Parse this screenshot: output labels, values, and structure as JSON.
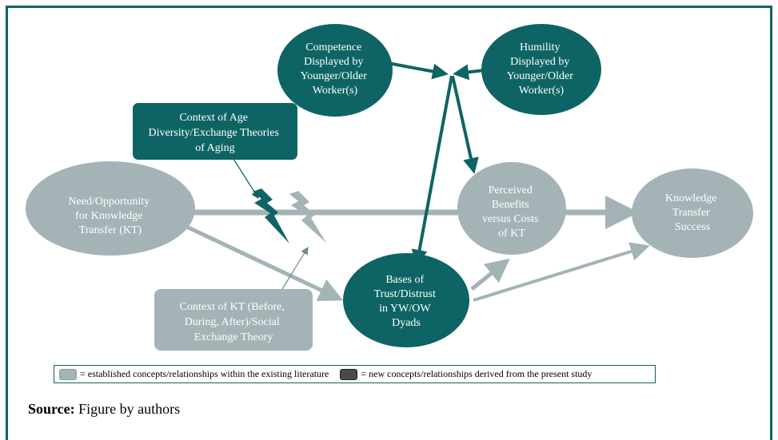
{
  "nodes": {
    "competence": [
      "Competence",
      "Displayed by",
      "Younger/Older",
      "Worker(s)"
    ],
    "humility": [
      "Humility",
      "Displayed by",
      "Younger/Older",
      "Worker(s)"
    ],
    "context_age": [
      "Context of Age",
      "Diversity/Exchange Theories",
      "of Aging"
    ],
    "need": [
      "Need/Opportunity",
      "for Knowledge",
      "Transfer (KT)"
    ],
    "perceived": [
      "Perceived",
      "Benefits",
      "versus Costs",
      "of KT"
    ],
    "kts": [
      "Knowledge",
      "Transfer",
      "Success"
    ],
    "trust": [
      "Bases of",
      "Trust/Distrust",
      "in YW/OW",
      "Dyads"
    ],
    "context_kt": [
      "Context of KT (Before,",
      "During, After)/Social",
      "Exchange Theory"
    ]
  },
  "legend": {
    "established": "= established concepts/relationships within the existing literature",
    "new": "= new concepts/relationships derived  from the present study"
  },
  "source": {
    "label": "Source:",
    "text": " Figure by authors"
  },
  "colors": {
    "teal": "#0e6464",
    "grey": "#a3b3b6",
    "frame": "#0c6464"
  }
}
